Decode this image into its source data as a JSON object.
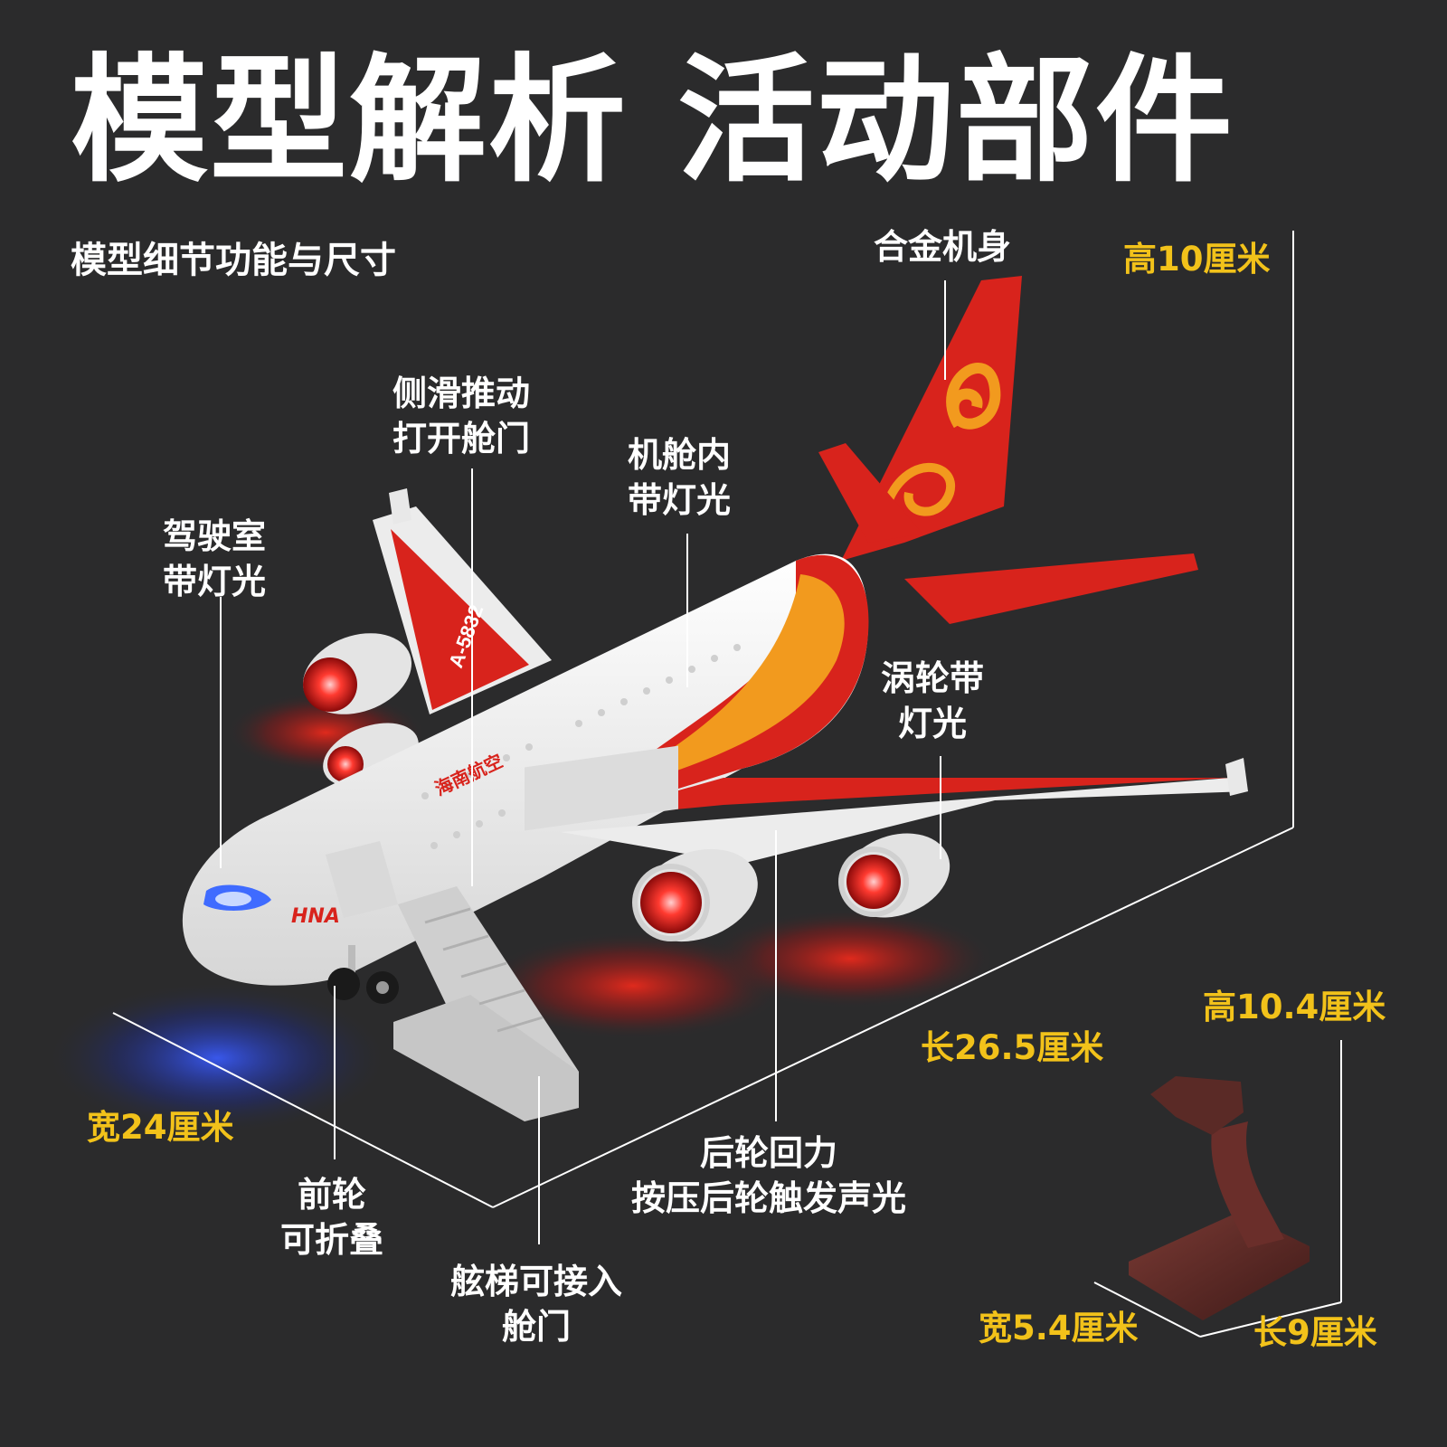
{
  "header": {
    "title": "模型解析 活动部件",
    "subtitle": "模型细节功能与尺寸"
  },
  "callouts": {
    "alloy_body": "合金机身",
    "side_door": [
      "侧滑推动",
      "打开舱门"
    ],
    "cabin_light": [
      "机舱内",
      "带灯光"
    ],
    "cockpit_light": [
      "驾驶室",
      "带灯光"
    ],
    "turbine_light": [
      "涡轮带",
      "灯光"
    ],
    "pullback": [
      "后轮回力",
      "按压后轮触发声光"
    ],
    "front_wheel": [
      "前轮",
      "可折叠"
    ],
    "stairs": [
      "舷梯可接入",
      "舱门"
    ]
  },
  "dimensions": {
    "plane_height": "高10厘米",
    "plane_length": "长26.5厘米",
    "plane_width": "宽24厘米",
    "stand_height": "高10.4厘米",
    "stand_width": "宽5.4厘米",
    "stand_length": "长9厘米"
  },
  "livery": {
    "airline_text": "海南航空",
    "registration": "A-5832",
    "nose_text": "HNA"
  },
  "colors": {
    "background": "#2b2b2c",
    "accent_yellow": "#f2c21a",
    "livery_red": "#d8231c",
    "livery_orange": "#f29a1e",
    "fuselage_white": "#f4f4f4",
    "stand_brown": "#5a2a26"
  }
}
